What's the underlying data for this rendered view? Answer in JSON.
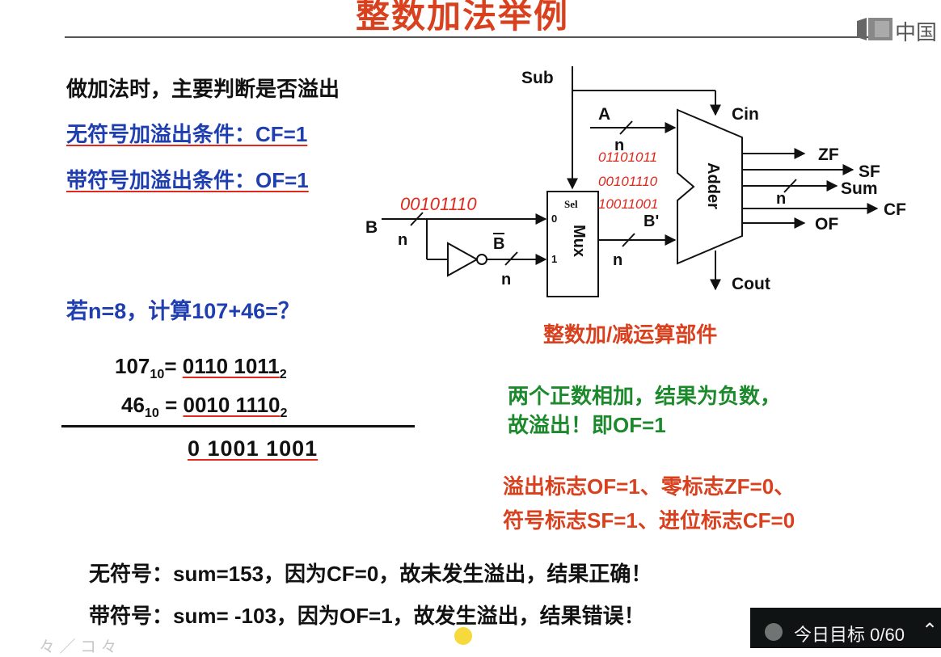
{
  "slide": {
    "title": "整数加法举例",
    "logo_text": "中国",
    "left": {
      "line1": "做加法时，主要判断是否溢出",
      "unsigned_cond": "无符号加溢出条件：CF=1",
      "signed_cond": "带符号加溢出条件：OF=1",
      "question": "若n=8，计算107+46=？",
      "row1_num": "107",
      "row1_sub": "10",
      "row1_eq": "= ",
      "row1_bin": "0110 1011",
      "row1_bsub": "2",
      "row2_num": "46",
      "row2_sub": "10",
      "row2_eq": " = ",
      "row2_bin": "0010 1110",
      "row2_bsub": "2",
      "result": "0 1001 1001"
    },
    "diagram": {
      "sub": "Sub",
      "cin": "Cin",
      "a": "A",
      "b": "B",
      "bbar": "B",
      "b_mux_out": "B'",
      "n": "n",
      "sel": "Sel",
      "mux": "Mux",
      "zero": "0",
      "one": "1",
      "adder": "Adder",
      "zf": "ZF",
      "sf": "SF",
      "sum": "Sum",
      "cf": "CF",
      "of": "OF",
      "cout": "Cout",
      "caption": "整数加/减运算部件",
      "hand_b": "00101110",
      "hand_a": "01101011",
      "hand_mid": "00101110",
      "hand_res": "10011001"
    },
    "right_notes": {
      "green1": "两个正数相加，结果为负数，",
      "green2": "故溢出！即OF=1",
      "red1": "溢出标志OF=1、零标志ZF=0、",
      "red2": "符号标志SF=1、进位标志CF=0"
    },
    "bottom": {
      "line1": "无符号：sum=153，因为CF=0，故未发生溢出，结果正确！",
      "line2": "带符号：sum= -103，因为OF=1，故发生溢出，结果错误！",
      "faded": "々 ／ コ 々"
    }
  },
  "overlay": {
    "goal_label": "今日目标 0/60",
    "expand_icon": "chevron-up-icon"
  }
}
